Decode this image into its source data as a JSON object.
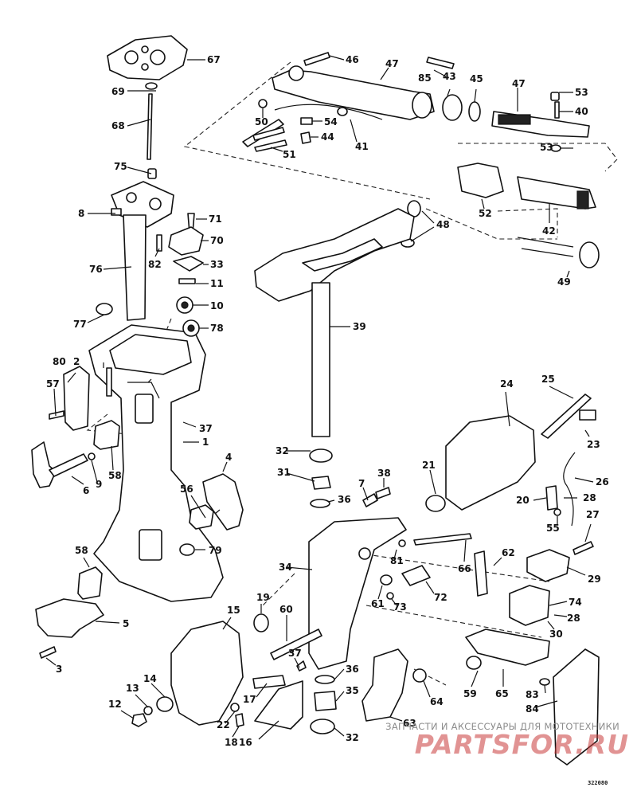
{
  "labels": [
    "1",
    "2",
    "3",
    "4",
    "5",
    "6",
    "7",
    "8",
    "9",
    "10",
    "11",
    "12",
    "13",
    "14",
    "15",
    "16",
    "17",
    "18",
    "19",
    "20",
    "21",
    "22",
    "23",
    "24",
    "25",
    "26",
    "27",
    "28",
    "29",
    "30",
    "31",
    "32",
    "33",
    "34",
    "35",
    "36",
    "37",
    "38",
    "39",
    "40",
    "41",
    "42",
    "43",
    "44",
    "45",
    "46",
    "47",
    "48",
    "49",
    "50",
    "51",
    "52",
    "53",
    "54",
    "55",
    "56",
    "57",
    "58",
    "59",
    "60",
    "61",
    "62",
    "63",
    "64",
    "65",
    "66",
    "67",
    "68",
    "69",
    "70",
    "71",
    "72",
    "73",
    "74",
    "75",
    "76",
    "77",
    "78",
    "79",
    "80",
    "81",
    "82",
    "83",
    "84",
    "85"
  ],
  "watermark": {
    "line1": "ЗАПЧАСТИ И АКСЕССУАРЫ ДЛЯ МОТОТЕХНИКИ",
    "line2": "PARTSFOR.RU"
  },
  "figure_code": "322080"
}
